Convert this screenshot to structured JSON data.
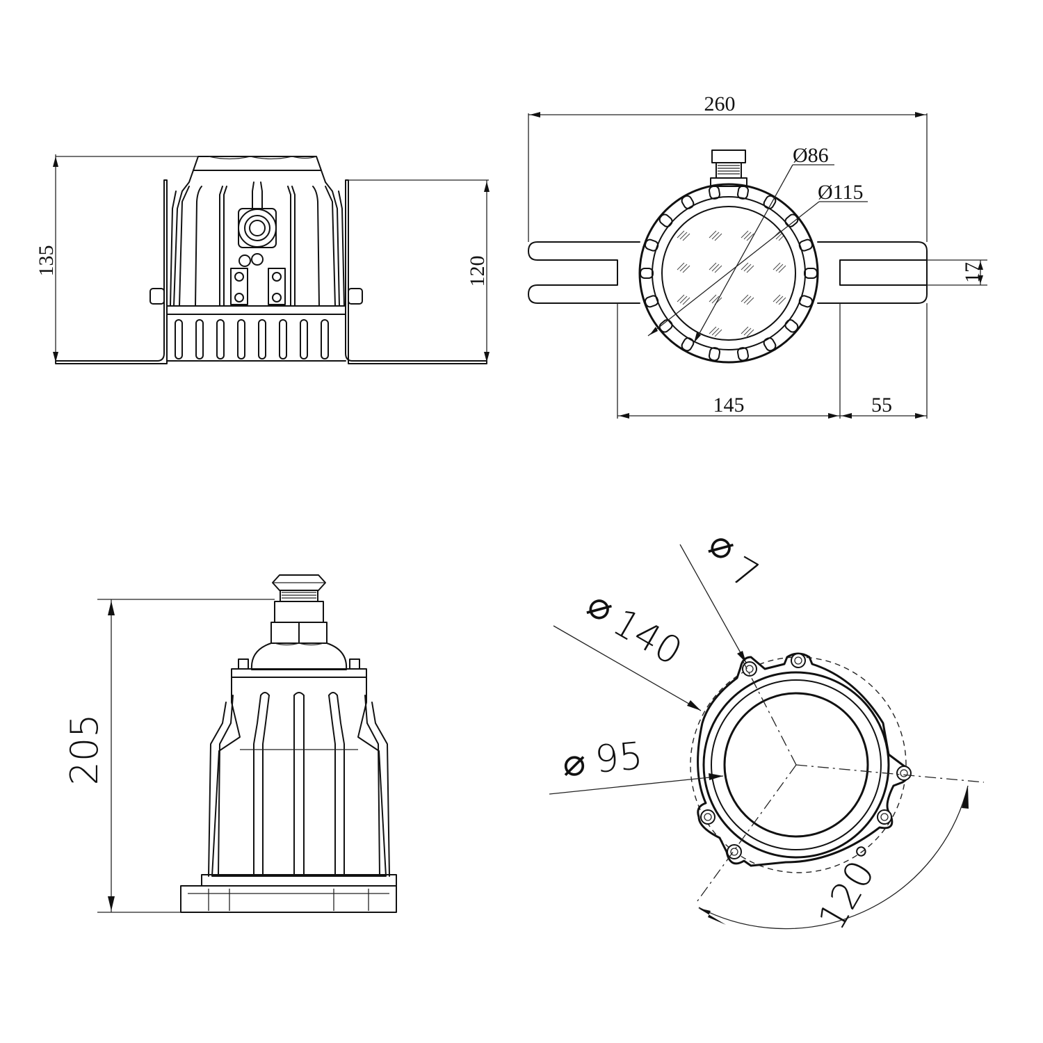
{
  "front_view": {
    "dim_height_total": "135",
    "dim_height_body": "120"
  },
  "top_view": {
    "dim_width": "260",
    "dim_inner_dia": "Ø86",
    "dim_outer_dia": "Ø115",
    "dim_bracket_thickness": "17",
    "dim_body_span": "145",
    "dim_bracket_length": "55"
  },
  "side_view": {
    "dim_height": "205"
  },
  "bottom_view": {
    "dim_hole_dia": "7",
    "dim_pcd": "140",
    "dim_opening": "95",
    "dim_angle": "120°",
    "diameter_symbol": "⌀"
  }
}
